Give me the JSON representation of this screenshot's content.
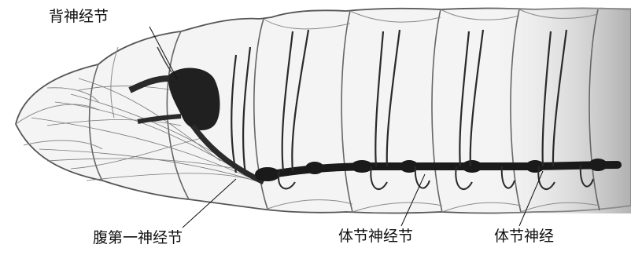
{
  "labels": {
    "dorsal_ganglion": "背神经节",
    "first_abdominal_ganglion": "腹第一神经节",
    "segmental_ganglion": "体节神经节",
    "segmental_nerve": "体节神经"
  },
  "colors": {
    "background": "#ffffff",
    "outline": "#555555",
    "body_fill": "#f3f3f3",
    "shade": "#bdbdbd",
    "nerve_cord": "#1a1a1a",
    "ganglion": "#202020"
  }
}
